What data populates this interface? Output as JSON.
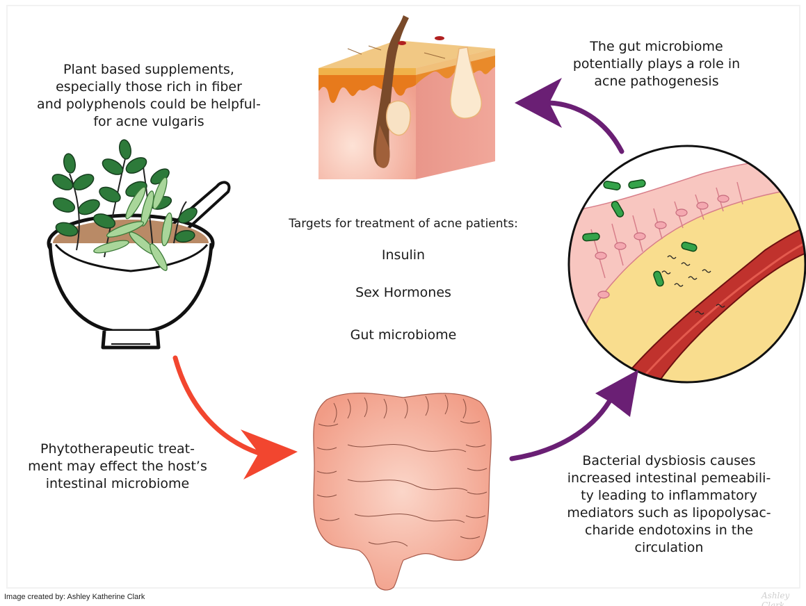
{
  "captions": {
    "plants": "Plant based supplements,\nespecially those rich in fiber\nand polyphenols could be helpful-\nfor acne vulgaris",
    "gut_role": "The gut microbiome\npotentially plays a role in\nacne pathogenesis",
    "phyto": "Phytotherapeutic treat-\nment may effect the host’s\nintestinal microbiome",
    "dysbiosis": "Bacterial dysbiosis causes\nincreased intestinal pemeabili-\nty leading to inflammatory\nmediators such as lipopolysac-\ncharide endotoxins in the\ncirculation"
  },
  "targets": {
    "heading": "Targets for treatment of acne patients:",
    "items": [
      "Insulin",
      "Sex Hormones",
      "Gut microbiome"
    ]
  },
  "credit": "Image created by: Ashley Katherine Clark",
  "signature": "Ashley Clark",
  "colors": {
    "arrow_red": "#f2462f",
    "arrow_purple": "#6a1f74",
    "leaf_dark": "#2d7a3a",
    "leaf_light": "#a9d69a",
    "soil": "#b98a66",
    "skin": "#f4a896",
    "epidermis": "#f2cf85",
    "vessel": "#c0322d",
    "bacteria": "#34a34a",
    "intestine": "#f4a48e"
  },
  "icons": [
    "mortar-with-herbs-icon",
    "skin-cross-section-icon",
    "gut-lining-magnified-icon",
    "large-intestine-icon"
  ]
}
